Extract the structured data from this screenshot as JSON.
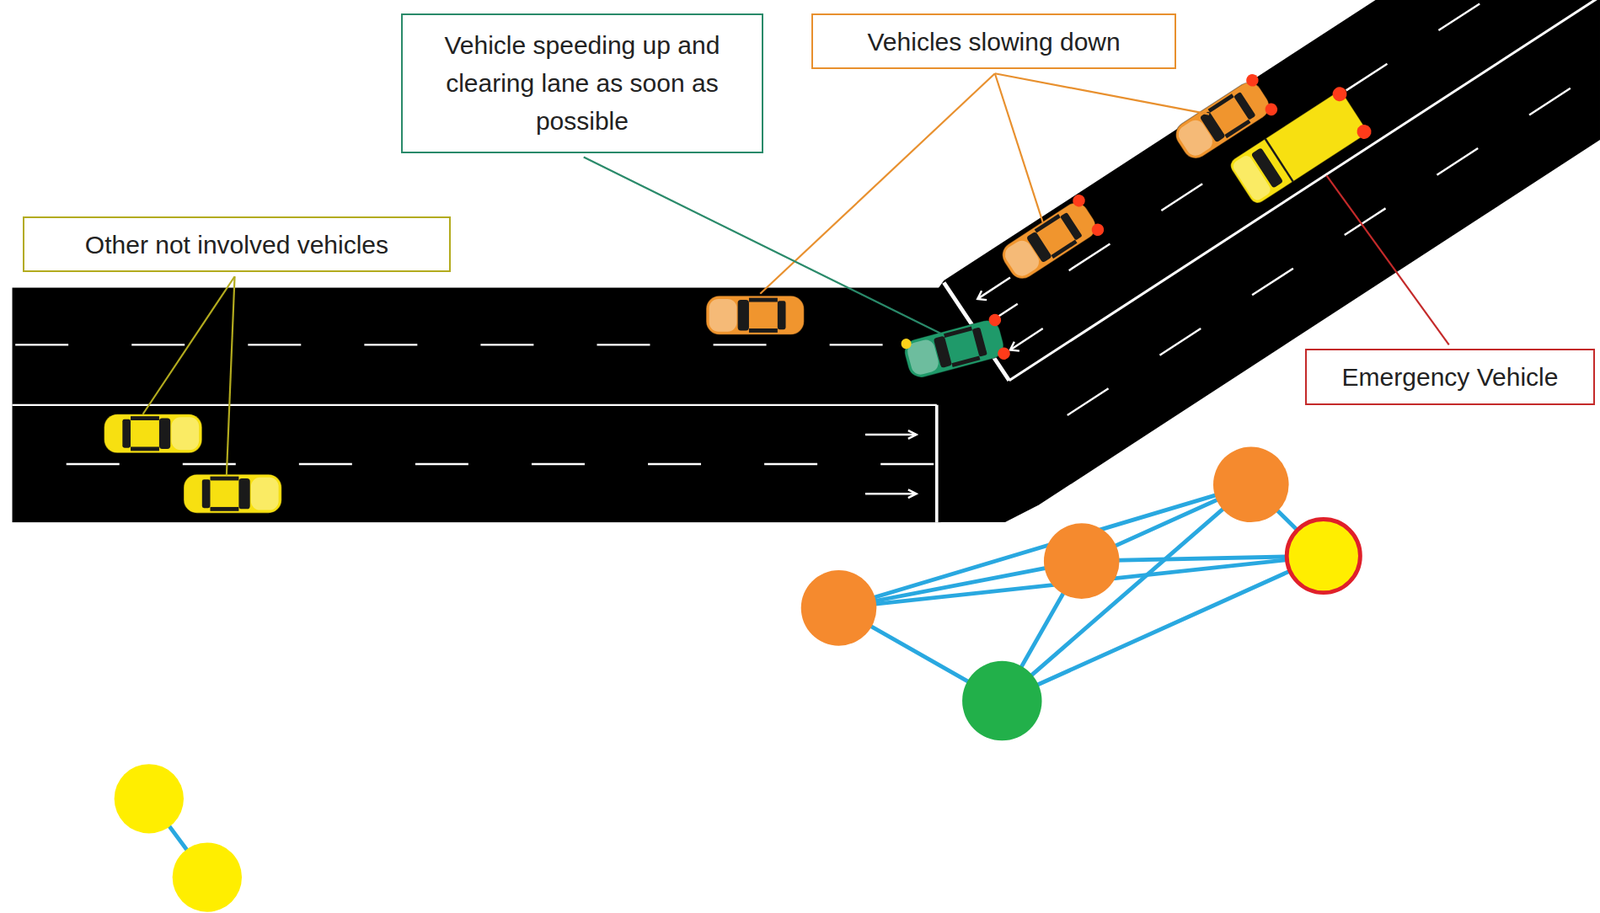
{
  "diagram": {
    "nodes": [
      {
        "text": [
          "Vehicle speeding up and clearing lane as soon as possible"
        ]
      },
      {
        "text": [
          "Vehicles slowing down"
        ]
      },
      {
        "text": [
          "Other not involved vehicles"
        ]
      },
      {
        "text": [
          "Emergency Vehicle"
        ]
      }
    ],
    "edges": []
  }
}
